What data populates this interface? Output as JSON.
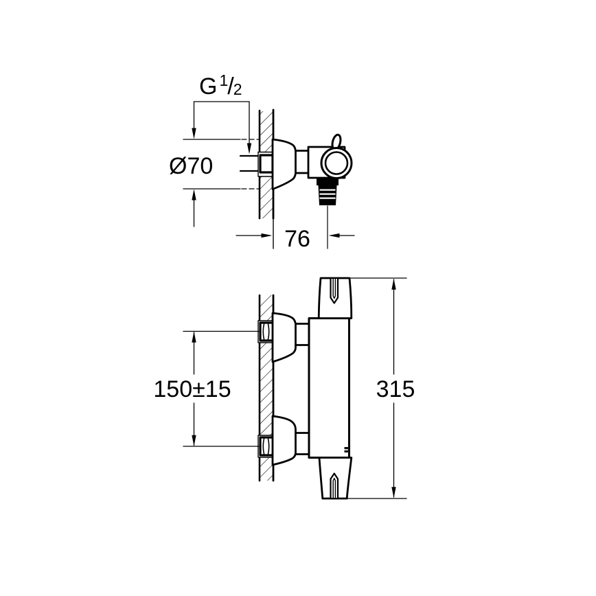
{
  "drawing": {
    "type": "technical-dimension-drawing",
    "views": [
      "side-view",
      "front-view"
    ]
  },
  "colors": {
    "line": "#000000",
    "background": "#ffffff",
    "fill_solid": "#000000"
  },
  "top_view": {
    "labels": {
      "thread_size": {
        "prefix": "G",
        "numerator": "1",
        "slash": "/",
        "denominator": "2"
      },
      "escutcheon_diameter": "Ø70",
      "wall_projection": "76"
    }
  },
  "front_view": {
    "labels": {
      "connection_spacing": "150±15",
      "overall_height": "315"
    }
  }
}
